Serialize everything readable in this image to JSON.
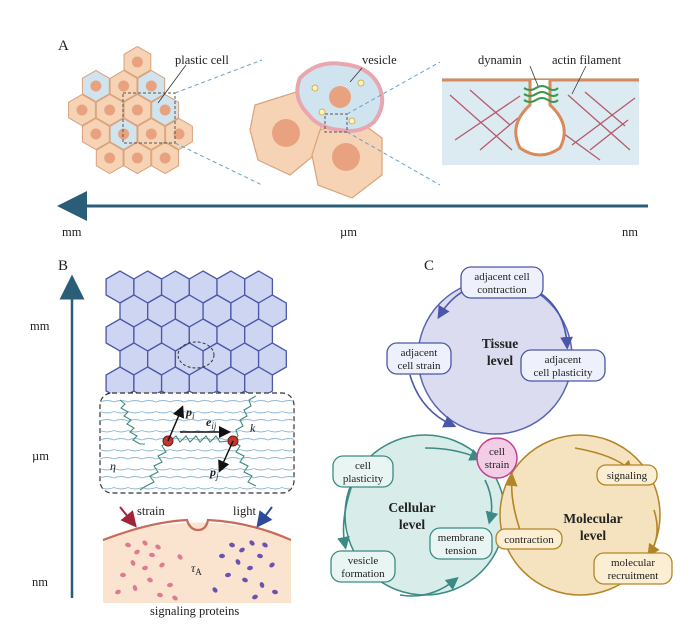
{
  "panel_a": {
    "letter": "A",
    "labels": {
      "plastic_cell": "plastic cell",
      "vesicle": "vesicle",
      "dynamin": "dynamin",
      "actin_filament": "actin filament"
    },
    "scale": {
      "left": "mm",
      "middle": "µm",
      "right": "nm"
    }
  },
  "panel_b": {
    "letter": "B",
    "scale": {
      "top": "mm",
      "middle": "µm",
      "bottom": "nm"
    },
    "symbols": {
      "p_i": "p",
      "p_i_sub": "i",
      "p_j": "p",
      "p_j_sub": "j",
      "e_ij": "e",
      "e_ij_sub": "ij",
      "k": "k",
      "eta": "η",
      "tau": "τ",
      "tau_sub": "A"
    },
    "labels": {
      "strain": "strain",
      "light": "light",
      "signaling_proteins": "signaling proteins"
    }
  },
  "panel_c": {
    "letter": "C",
    "tissue": {
      "title_1": "Tissue",
      "title_2": "level",
      "nodes": {
        "top_1": "adjacent cell",
        "top_2": "contraction",
        "left_1": "adjacent",
        "left_2": "cell strain",
        "right_1": "adjacent",
        "right_2": "cell plasticity"
      }
    },
    "cellular": {
      "title_1": "Cellular",
      "title_2": "level",
      "nodes": {
        "plasticity_1": "cell",
        "plasticity_2": "plasticity",
        "tension_1": "membrane",
        "tension_2": "tension",
        "vesicle_1": "vesicle",
        "vesicle_2": "formation"
      }
    },
    "molecular": {
      "title_1": "Molecular",
      "title_2": "level",
      "nodes": {
        "signaling": "signaling",
        "contraction": "contraction",
        "recruit_1": "molecular",
        "recruit_2": "recruitment"
      }
    },
    "center": {
      "line_1": "cell",
      "line_2": "strain"
    }
  },
  "colors": {
    "cell_fill": "#f6d3b4",
    "cell_stroke": "#d9a27a",
    "nucleus": "#e9a27f",
    "plastic_cell": "#cfe4ee",
    "axis": "#2a5d77",
    "hex_fill": "#cdd5f2",
    "hex_stroke": "#4a57a8",
    "tissue_circle": "#dcdcf0",
    "cellular_circle": "#d8ede9",
    "molecular_circle": "#f5e3c0",
    "center_fill": "#f3cde6"
  }
}
